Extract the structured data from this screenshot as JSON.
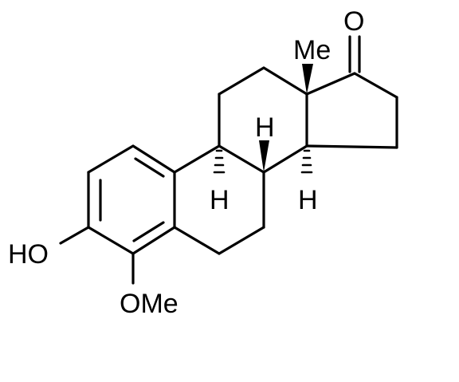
{
  "molecule": {
    "atom_labels": {
      "methyl": "Me",
      "oxo": "O",
      "h9": "H",
      "h8": "H",
      "h14": "H",
      "hydroxyl": "HO",
      "methoxy": "OMe"
    }
  },
  "colors": {
    "ink": "#000000",
    "background": "#ffffff"
  }
}
